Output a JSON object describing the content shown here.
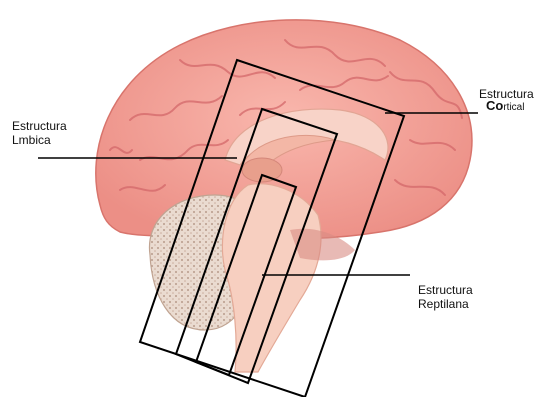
{
  "labels": {
    "limbic_line1": "Estructura",
    "limbic_line2": "Lmbica",
    "reptilian_line1": "Estructura",
    "reptilian_line2": "Reptilana",
    "cortical_line1": "Estructura",
    "cortical_line2a": "Co",
    "cortical_line2b": "rtical"
  },
  "colors": {
    "cortex": "#f4a39a",
    "gyri_shadow": "#e07a72",
    "cerebellum": "#e8d8cc",
    "brainstem": "#f6c9b8",
    "outline": "#000000"
  }
}
